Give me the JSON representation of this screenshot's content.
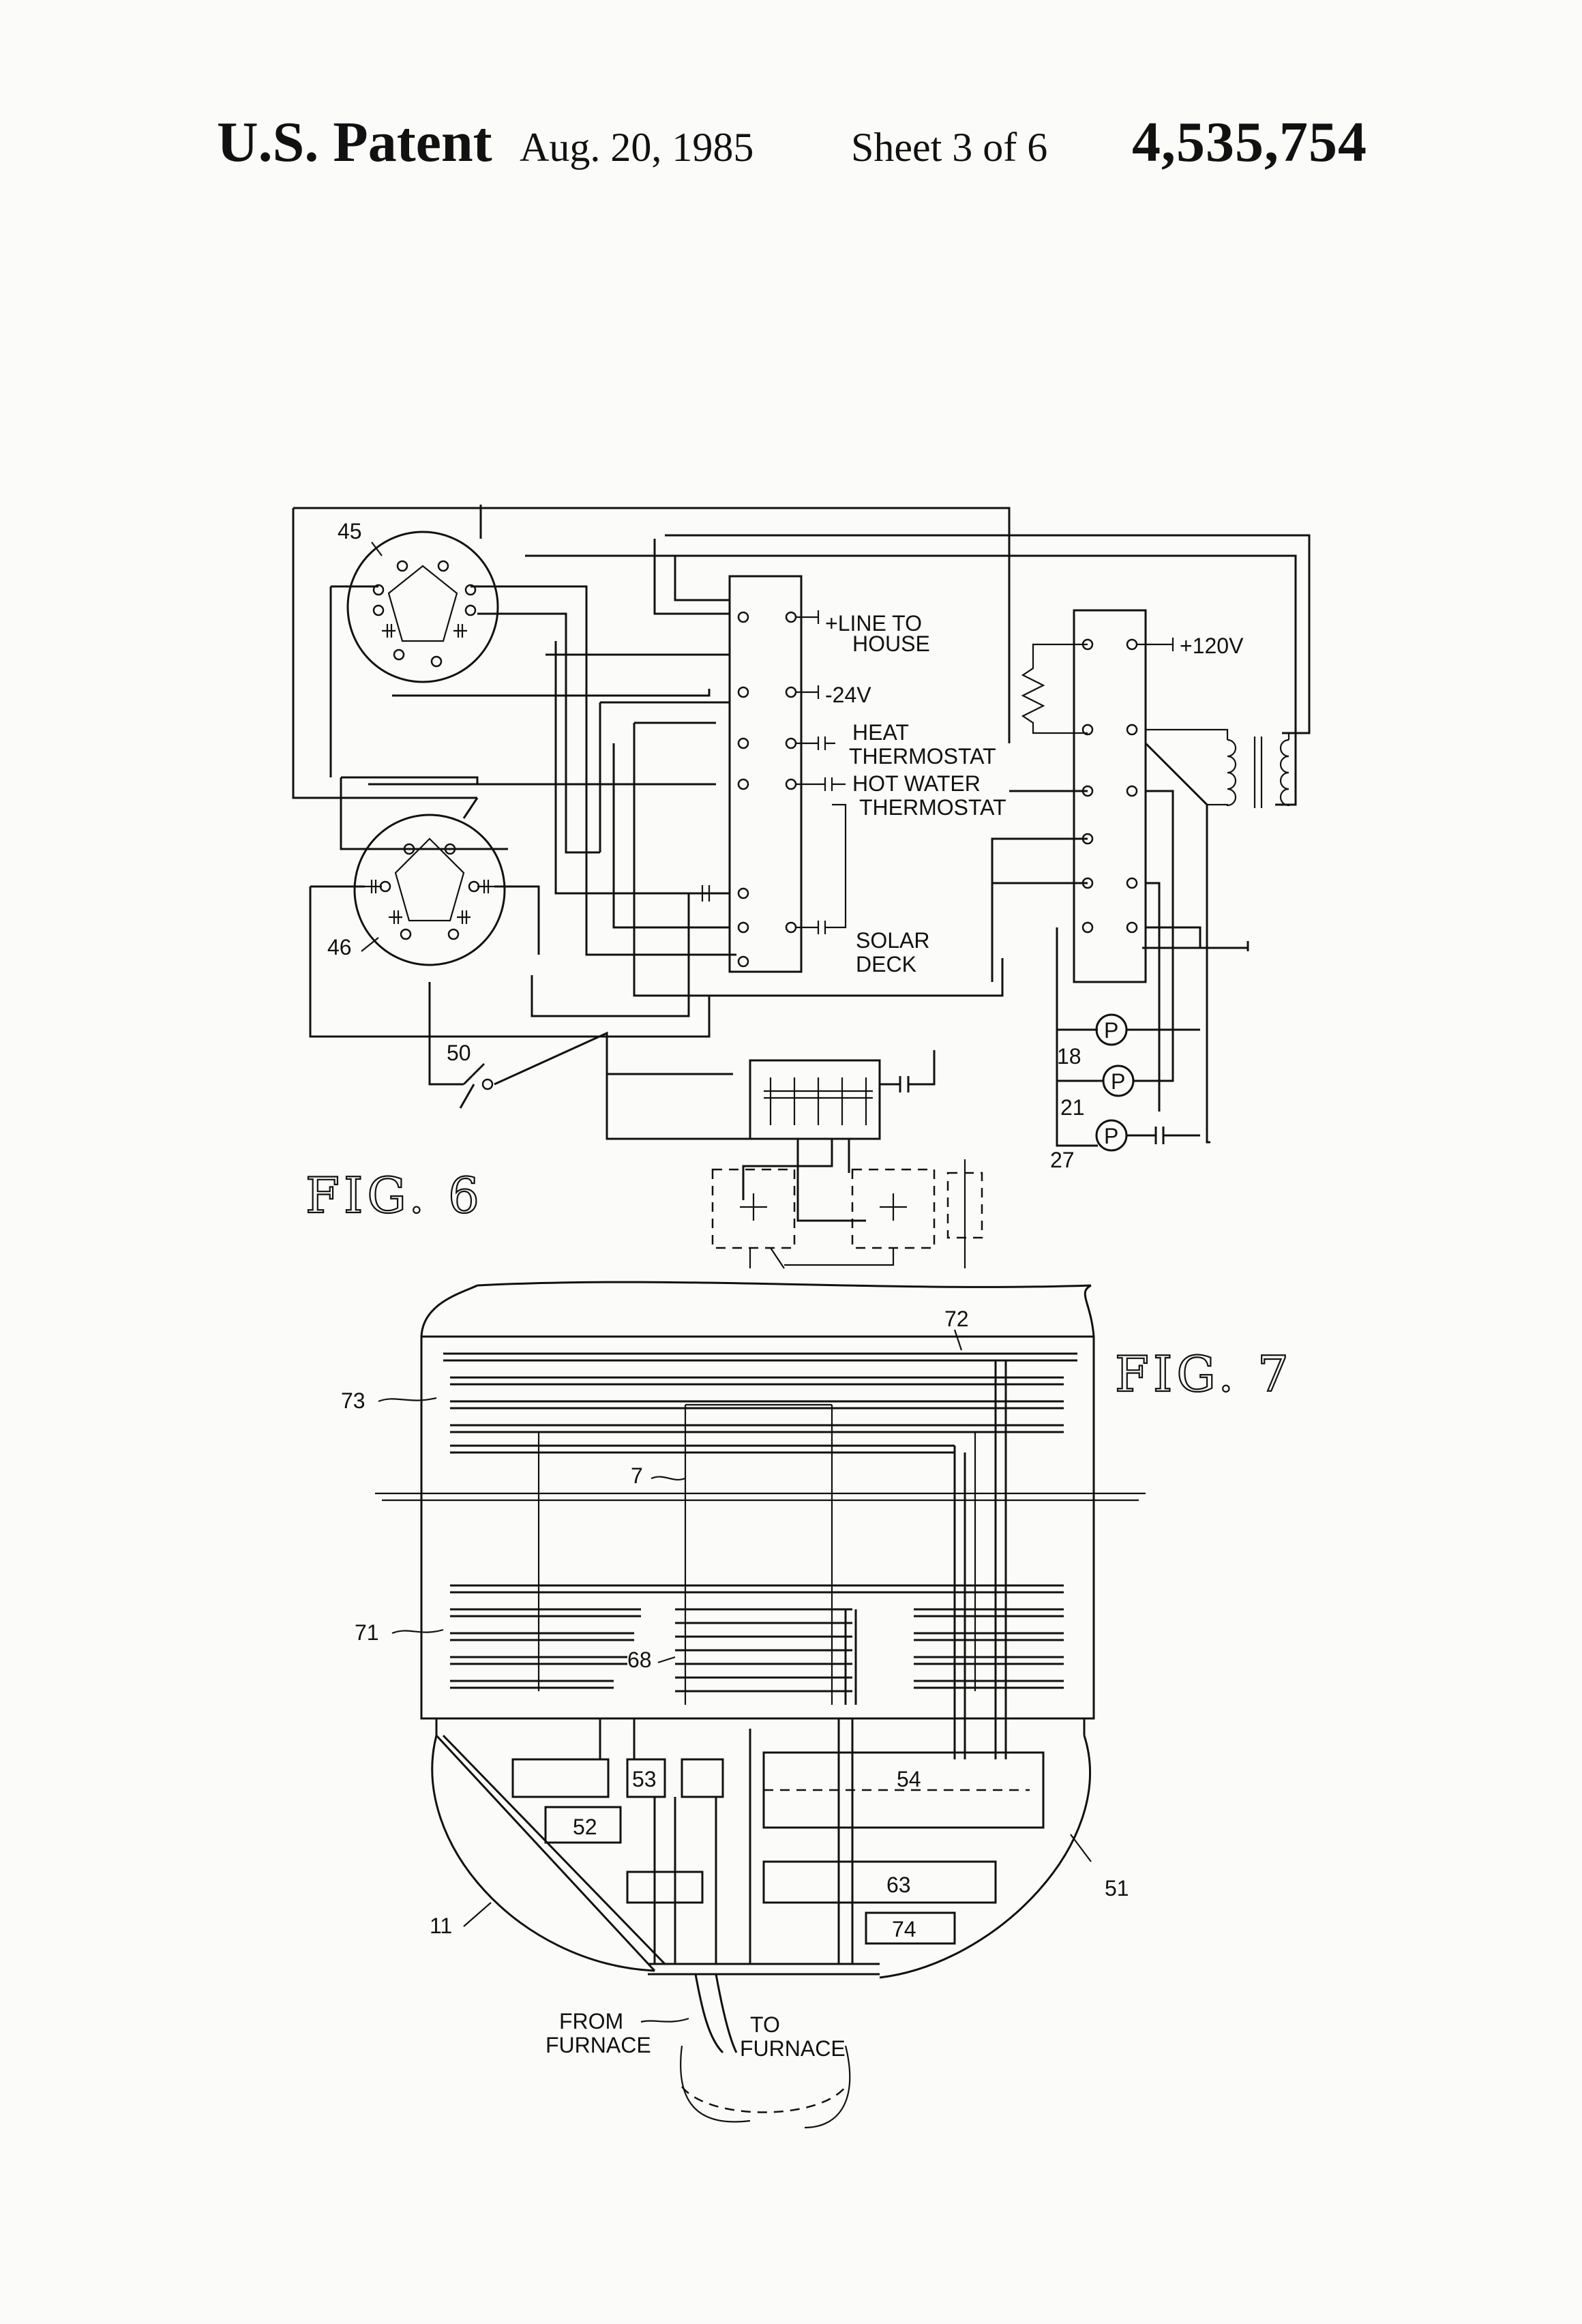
{
  "header": {
    "patent_label": "U.S. Patent",
    "date": "Aug. 20, 1985",
    "sheet": "Sheet 3 of 6",
    "patent_number": "4,535,754"
  },
  "fig6": {
    "title": "FIG. 6",
    "refs": {
      "r45": "45",
      "r46": "46",
      "r50": "50",
      "r18": "18",
      "r21": "21",
      "r27": "27",
      "pump": "P"
    },
    "terminals": {
      "line_to_house_1": "+LINE TO",
      "line_to_house_2": "HOUSE",
      "v24": "-24V",
      "heat_thermostat_1": "HEAT",
      "heat_thermostat_2": "THERMOSTAT",
      "hot_water_1": "HOT WATER",
      "hot_water_2": "THERMOSTAT",
      "solar_deck_1": "SOLAR",
      "solar_deck_2": "DECK",
      "v120": "+120V"
    }
  },
  "fig7": {
    "title": "FIG. 7",
    "refs": {
      "r72": "72",
      "r73": "73",
      "r7": "7",
      "r71": "71",
      "r68": "68",
      "r54": "54",
      "r53": "53",
      "r52": "52",
      "r63": "63",
      "r74": "74",
      "r51": "51",
      "r11": "11"
    },
    "from_furnace_1": "FROM",
    "from_furnace_2": "FURNACE",
    "to_furnace_1": "TO",
    "to_furnace_2": "FURNACE"
  }
}
